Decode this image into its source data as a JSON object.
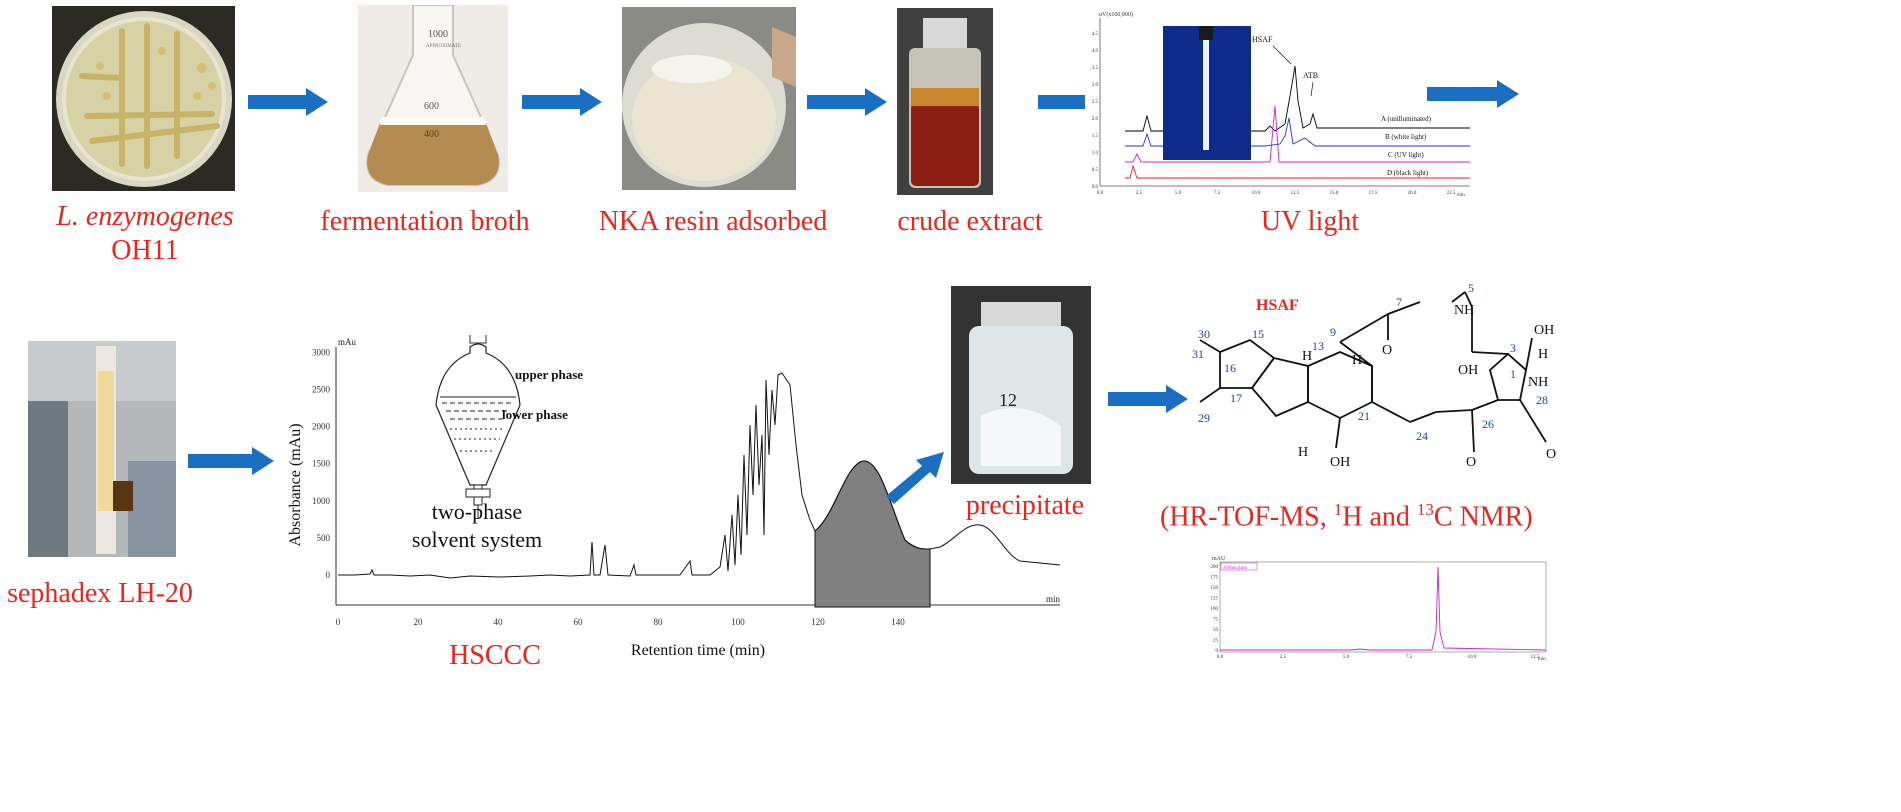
{
  "colors": {
    "label_red": "#e8251f",
    "arrow_blue": "#1b6fc2",
    "peak_fill": "#808080",
    "hsaf_red": "#e8251f",
    "atom_blue": "#1f3fae"
  },
  "steps": {
    "strain_label_italic": "L. enzymogenes",
    "strain_label_code": "OH11",
    "broth_label": "fermentation broth",
    "resin_label": "NKA resin adsorbed",
    "crude_label": "crude extract",
    "uv_label": "UV light",
    "sephadex_label": "sephadex LH-20",
    "hsccc_label": "HSCCC",
    "precipitate_label": "precipitate",
    "nmr_label_prefix": "(HR-TOF-MS, ",
    "nmr_label_sup1": "1",
    "nmr_label_mid": "H and ",
    "nmr_label_sup2": "13",
    "nmr_label_suffix": "C NMR)"
  },
  "flask": {
    "mark_1000": "1000",
    "mark_600": "600",
    "mark_400": "400",
    "brand": "APPROXIMATE"
  },
  "precipitate_vial": {
    "handwritten": "12"
  },
  "uv_chart": {
    "unit_label": "uV(x100,000)",
    "peak_labels": [
      "HSAF",
      "ATB"
    ],
    "traces": [
      "A (unilluminated)",
      "B (white light)",
      "C (UV light)",
      "D (black light)"
    ],
    "x_unit": "min",
    "x_ticks": [
      "0.0",
      "2.5",
      "5.0",
      "7.5",
      "10.0",
      "12.5",
      "15.0",
      "17.5",
      "20.0",
      "22.5"
    ],
    "y_ticks": [
      "0.0",
      "0.5",
      "1.0",
      "1.5",
      "2.0",
      "2.5",
      "3.0",
      "3.5",
      "4.0",
      "4.5"
    ]
  },
  "hsccc_chart": {
    "y_unit": "mAu",
    "ylabel": "Absorbance (mAu)",
    "xlabel": "Retention time (min)",
    "x_unit": "min",
    "y_ticks": [
      "3000",
      "2500",
      "2000",
      "1500",
      "1000",
      "500",
      "0"
    ],
    "x_ticks": [
      "0",
      "20",
      "40",
      "60",
      "80",
      "100",
      "120",
      "140"
    ],
    "upper_phase": "upper phase",
    "lower_phase": "lower phase",
    "solvent_line1": "two-phase",
    "solvent_line2": "solvent system"
  },
  "structure": {
    "title": "HSAF",
    "atoms": [
      "OH",
      "OH",
      "OH",
      "NH",
      "NH",
      "O",
      "O",
      "O",
      "H",
      "H",
      "H",
      "H"
    ],
    "numbers": [
      "1",
      "3",
      "5",
      "7",
      "9",
      "13",
      "15",
      "16",
      "17",
      "21",
      "24",
      "26",
      "28",
      "29",
      "30",
      "31"
    ]
  },
  "purity_chart": {
    "y_unit": "mAU",
    "legend": "318nm,4nm",
    "x_unit": "min",
    "x_ticks": [
      "0.0",
      "2.5",
      "5.0",
      "7.5",
      "10.0",
      "12.5"
    ],
    "y_ticks": [
      "0",
      "25",
      "50",
      "75",
      "100",
      "125",
      "150",
      "175",
      "200"
    ]
  }
}
